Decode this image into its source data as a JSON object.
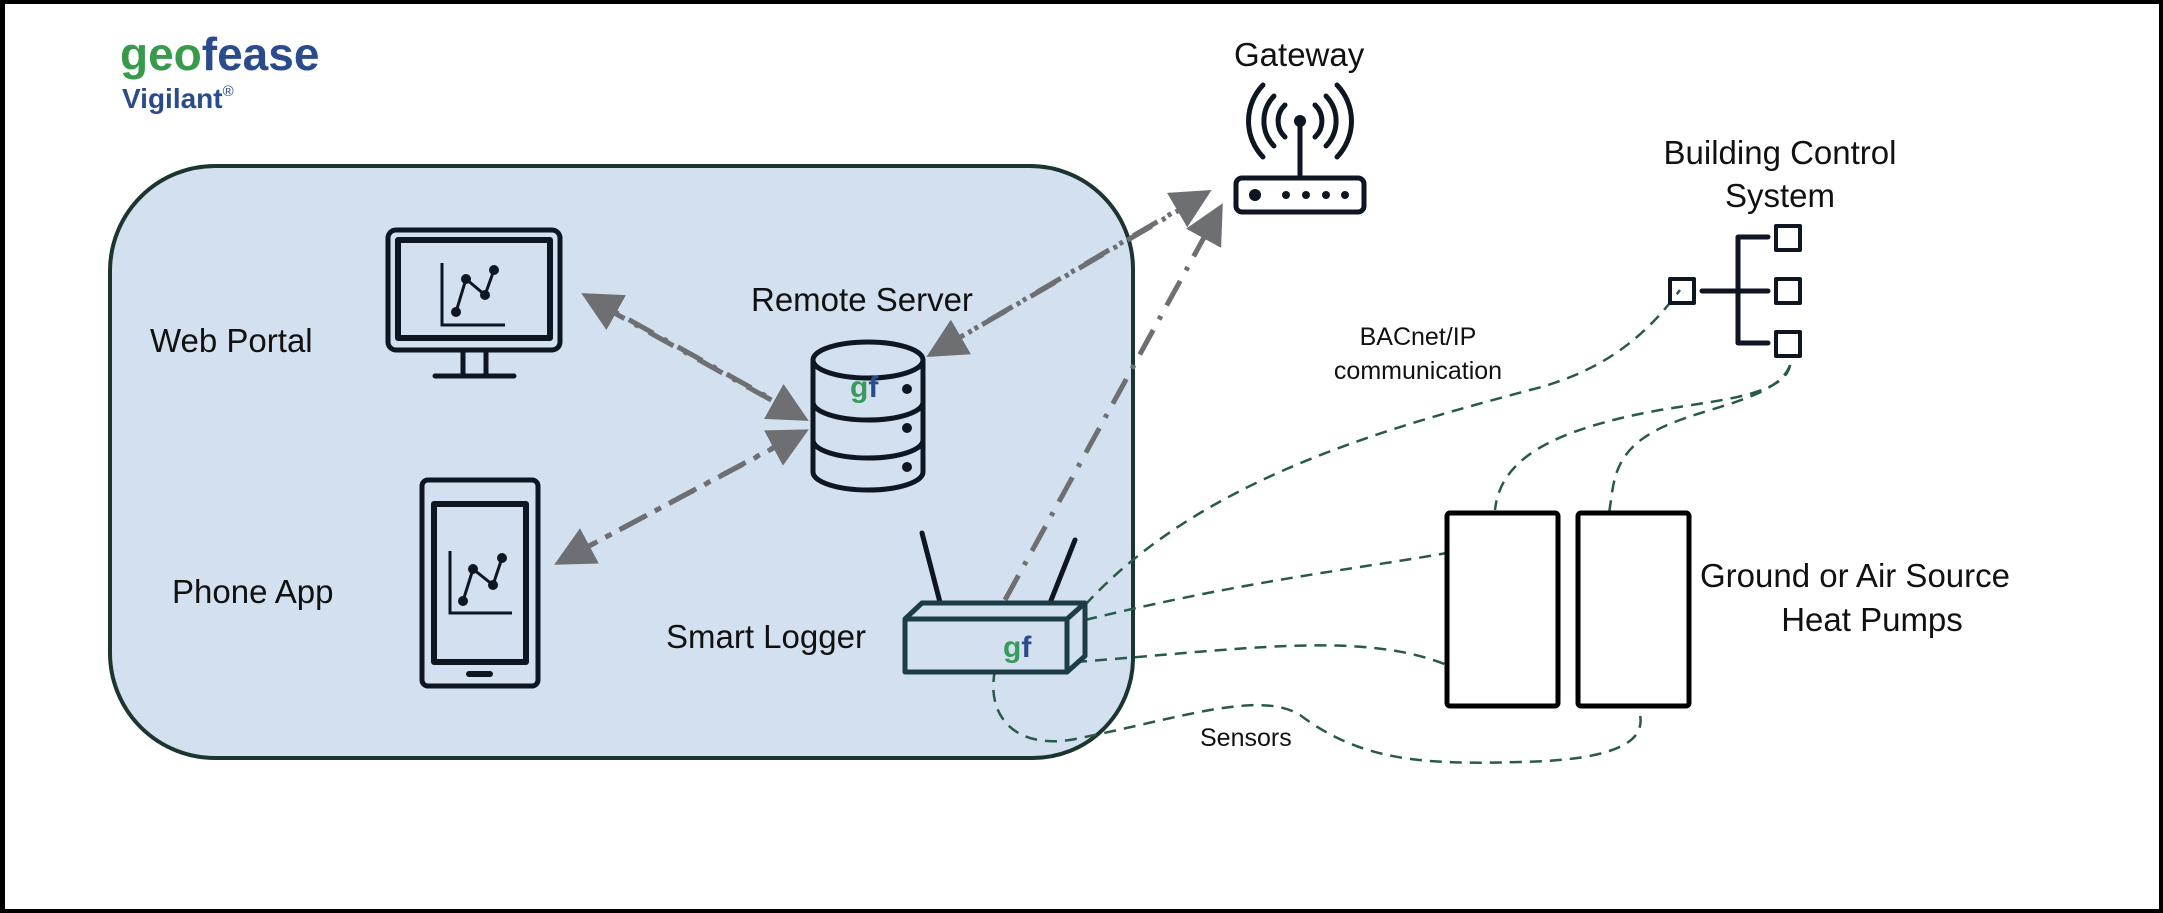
{
  "logo": {
    "brand_part1": "geo",
    "brand_part2": "fease",
    "product": "Vigilant",
    "registered_mark": "®",
    "colors": {
      "green": "#3a9a4b",
      "blue": "#2b4c8c"
    }
  },
  "nodes": {
    "web_portal": {
      "label": "Web Portal",
      "icon": "monitor-chart-icon"
    },
    "phone_app": {
      "label": "Phone App",
      "icon": "phone-chart-icon"
    },
    "remote_server": {
      "label": "Remote Server",
      "icon": "database-icon",
      "badge_g": "g",
      "badge_f": "f"
    },
    "smart_logger": {
      "label": "Smart Logger",
      "icon": "logger-box-icon",
      "badge_g": "g",
      "badge_f": "f"
    },
    "gateway": {
      "label": "Gateway",
      "icon": "wifi-router-icon"
    },
    "building_control": {
      "label_line1": "Building Control",
      "label_line2": "System",
      "icon": "network-tree-icon"
    },
    "heat_pumps": {
      "label_line1": "Ground or Air Source",
      "label_line2": "Heat Pumps",
      "icon": "heat-pump-units-icon"
    }
  },
  "connections": {
    "bacnet": {
      "label_line1": "BACnet/IP",
      "label_line2": "communication"
    },
    "sensors": {
      "label": "Sensors"
    }
  },
  "colors": {
    "cloud_fill": "#d3e0ef",
    "cloud_border": "#1c352f",
    "arrow": "#6d6f72",
    "wire": "#275a4a"
  }
}
